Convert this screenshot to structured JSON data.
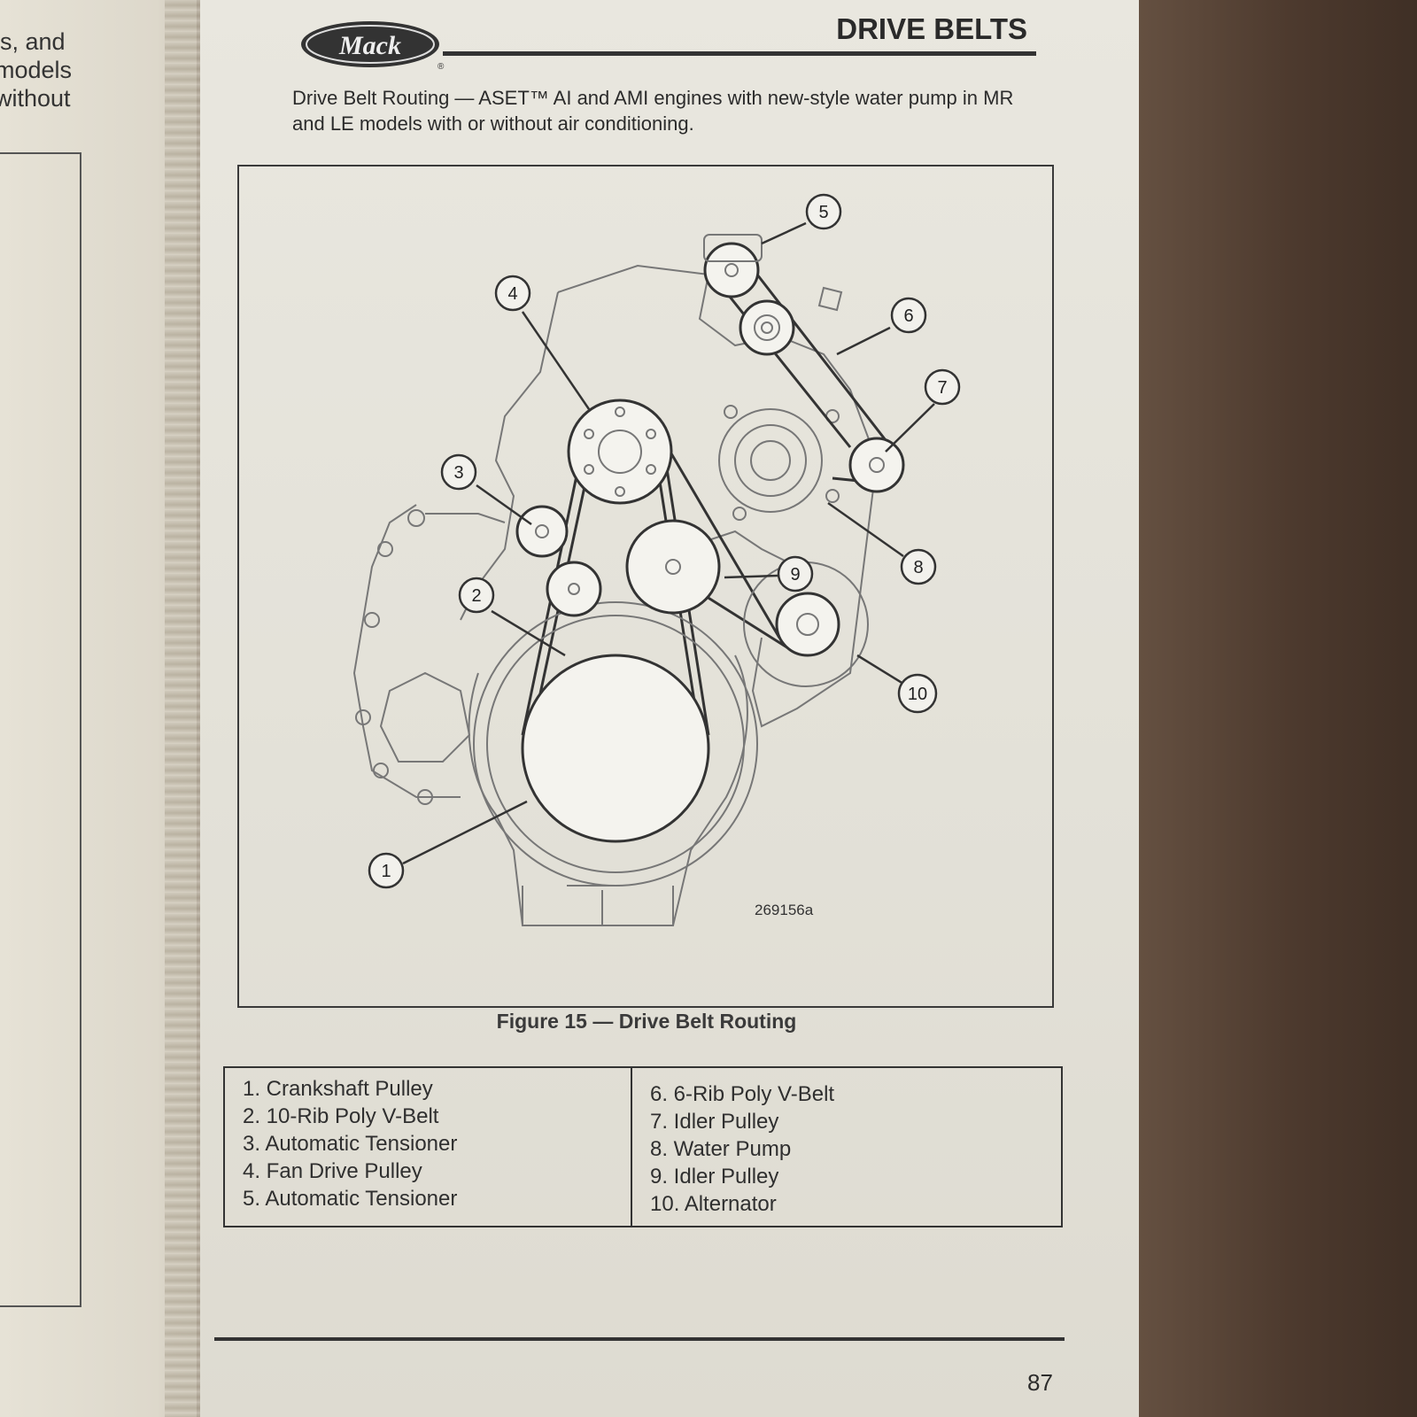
{
  "left_page": {
    "snippets": [
      "ls, and",
      "models",
      "without"
    ]
  },
  "header": {
    "brand": "Mack",
    "title": "DRIVE BELTS"
  },
  "intro": "Drive Belt Routing — ASET™ AI and AMI engines with new-style water pump in MR and LE models with or without air conditioning.",
  "figure": {
    "id": "269156a",
    "caption": "Figure 15 — Drive Belt Routing",
    "callouts": [
      "1",
      "2",
      "3",
      "4",
      "5",
      "6",
      "7",
      "8",
      "9",
      "10"
    ]
  },
  "legend": {
    "left": [
      "1. Crankshaft Pulley",
      "2. 10-Rib Poly V-Belt",
      "3. Automatic Tensioner",
      "4. Fan Drive Pulley",
      "5. Automatic Tensioner"
    ],
    "right": [
      "6. 6-Rib Poly V-Belt",
      "7. Idler Pulley",
      "8. Water Pump",
      "9. Idler Pulley",
      "10. Alternator"
    ]
  },
  "page_number": "87"
}
